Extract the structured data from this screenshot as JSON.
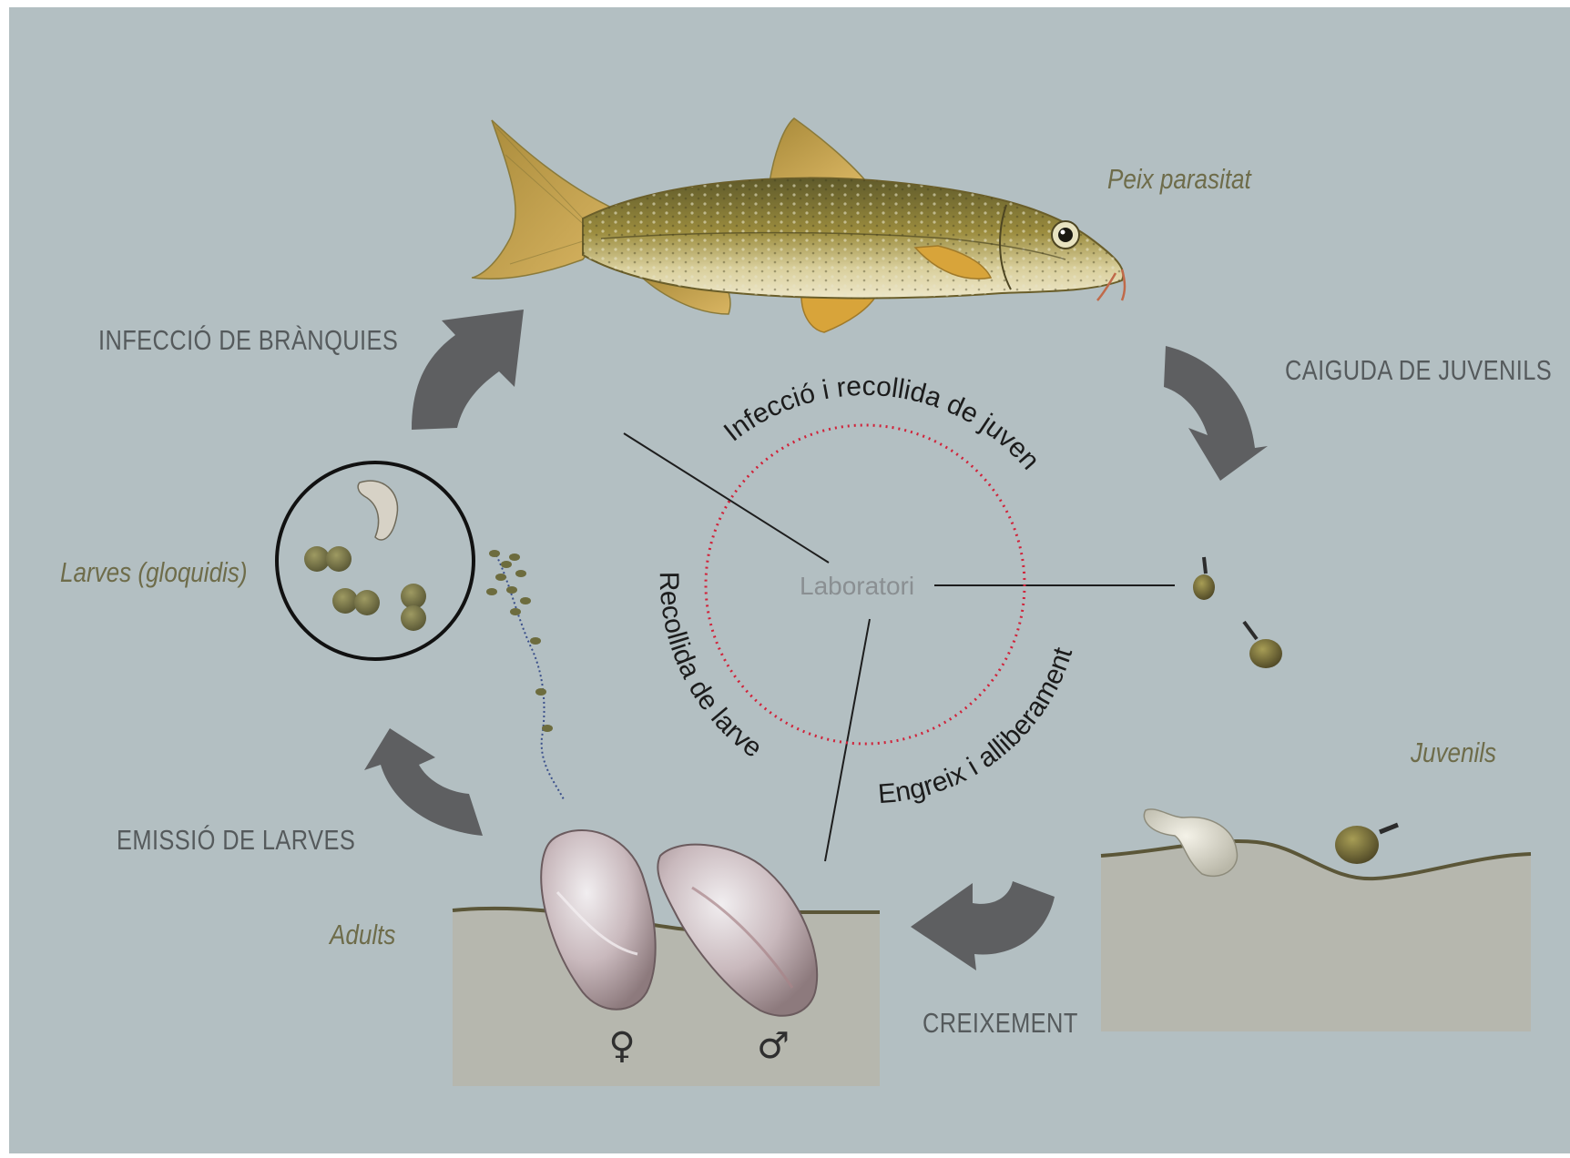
{
  "labels": {
    "infeccio_branquies": "INFECCIÓ DE BRÀNQUIES",
    "caiguda_juvenils": "CAIGUDA DE JUVENILS",
    "emissio_larves": "EMISSIÓ DE LARVES",
    "creixement": "CREIXEMENT",
    "peix_parasitat": "Peix parasitat",
    "larves_gloquidis": "Larves (gloquidis)",
    "juvenils": "Juvenils",
    "adults": "Adults",
    "laboratori": "Laboratori",
    "arc_top": "Infecció i recollida de juvenils",
    "arc_left": "Recollida de larves",
    "arc_right": "Engreix i alliberament",
    "female_symbol": "♀",
    "male_symbol": "♂"
  },
  "colors": {
    "background": "#b3bfc2",
    "arrow": "#5e5f61",
    "sediment": "#b6b7ae",
    "sediment_line": "#5b5638",
    "lab_circle": "#d0233a",
    "fish_body": "#8a7c3a",
    "fish_fin": "#c9a24c"
  },
  "icons": {
    "cycle_arrow": "curved-arrow-icon",
    "female": "female-symbol-icon",
    "male": "male-symbol-icon"
  }
}
